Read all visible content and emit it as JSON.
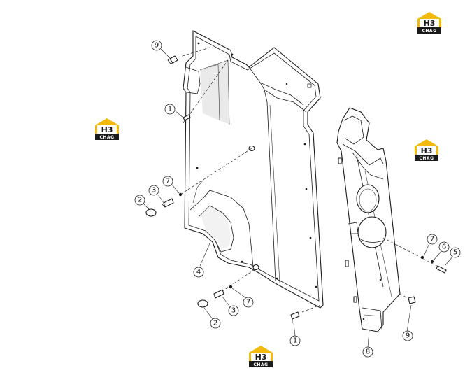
{
  "callouts": {
    "c9a": "9",
    "c1a": "1",
    "c7a": "7",
    "c3a": "3",
    "c2a": "2",
    "c4": "4",
    "c3b": "3",
    "c7b": "7",
    "c2b": "2",
    "c1b": "1",
    "c7c": "7",
    "c6": "6",
    "c5": "5",
    "c9b": "9",
    "c8": "8"
  },
  "watermark": {
    "top_text": "H3",
    "bottom_text": "CHAG",
    "colors": {
      "house": "#f2b90f",
      "plate": "#1a1a1a"
    }
  }
}
